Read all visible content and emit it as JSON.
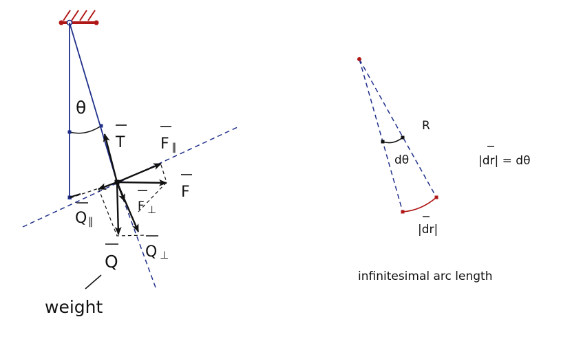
{
  "colors": {
    "line": "#1f2f8a",
    "arrow": "#111111",
    "support": "#b01818",
    "arc": "#b01818",
    "text": "#111111"
  },
  "pendulum": {
    "angle_label": "θ",
    "tension": {
      "letter": "T"
    },
    "force_parallel": {
      "letter": "F",
      "subscript": "∥"
    },
    "force": {
      "letter": "F"
    },
    "force_perp": {
      "letter": "F",
      "subscript": "⊥"
    },
    "weight_parallel": {
      "letter": "Q",
      "subscript": "∥"
    },
    "weight": {
      "letter": "Q"
    },
    "weight_perp": {
      "letter": "Q",
      "subscript": "⊥"
    },
    "weight_caption": "weight"
  },
  "arc": {
    "radius_label": "R",
    "angle_label": "dθ",
    "arc_label": "|dr|",
    "equation_lhs": "|dr|",
    "equation_rhs": " = dθ",
    "caption": "infinitesimal arc length"
  }
}
